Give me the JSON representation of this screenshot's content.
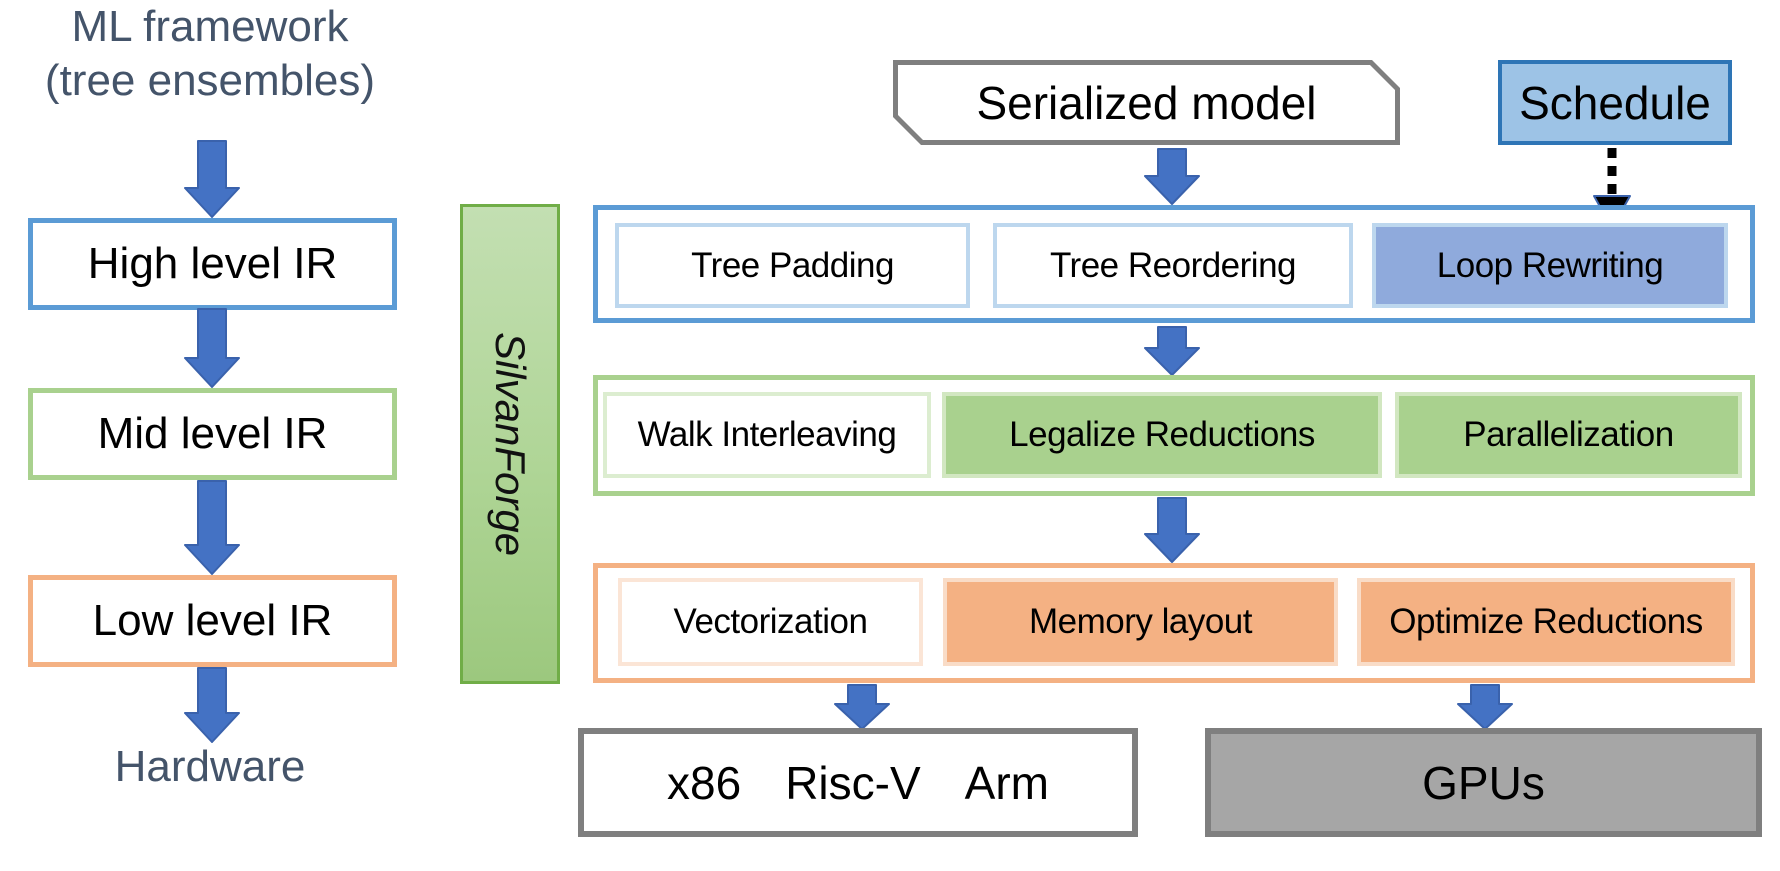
{
  "left_flow": {
    "source": {
      "line1": "ML framework",
      "line2": "(tree ensembles)"
    },
    "stages": [
      {
        "id": "high",
        "label": "High level IR"
      },
      {
        "id": "mid",
        "label": "Mid level IR"
      },
      {
        "id": "low",
        "label": "Low level IR"
      }
    ],
    "sink": {
      "label": "Hardware"
    }
  },
  "compiler": {
    "name": "SilvanForge"
  },
  "inputs": {
    "model": {
      "label": "Serialized model"
    },
    "schedule": {
      "label": "Schedule"
    }
  },
  "pass_rows": [
    {
      "level": "high-level-ir",
      "passes": [
        {
          "label": "Tree Padding",
          "highlighted": false
        },
        {
          "label": "Tree Reordering",
          "highlighted": false
        },
        {
          "label": "Loop Rewriting",
          "highlighted": true
        }
      ]
    },
    {
      "level": "mid-level-ir",
      "passes": [
        {
          "label": "Walk Interleaving",
          "highlighted": false
        },
        {
          "label": "Legalize Reductions",
          "highlighted": true
        },
        {
          "label": "Parallelization",
          "highlighted": true
        }
      ]
    },
    {
      "level": "low-level-ir",
      "passes": [
        {
          "label": "Vectorization",
          "highlighted": false
        },
        {
          "label": "Memory layout",
          "highlighted": true
        },
        {
          "label": "Optimize Reductions",
          "highlighted": true
        }
      ]
    }
  ],
  "targets": {
    "cpu": {
      "platforms": [
        "x86",
        "Risc-V",
        "Arm"
      ]
    },
    "gpu": {
      "label": "GPUs"
    }
  },
  "colors": {
    "arrow_blue": "#4472C4",
    "high_border": "#5B9BD5",
    "high_pass_light_border": "#BDD7EE",
    "high_highlight_fill": "#8FAADC",
    "mid_border": "#A9D18E",
    "mid_highlight_fill": "#A9D18E",
    "low_border": "#F4B183",
    "low_highlight_fill": "#F4B183",
    "schedule_fill": "#9DC3E6",
    "schedule_border": "#2E75B6",
    "gray_border": "#7F7F7F",
    "gpu_fill": "#A6A6A6",
    "silvanforge_border": "#70AD47",
    "silvanforge_fill": "#AFD596",
    "dark_text": "#44546A"
  }
}
